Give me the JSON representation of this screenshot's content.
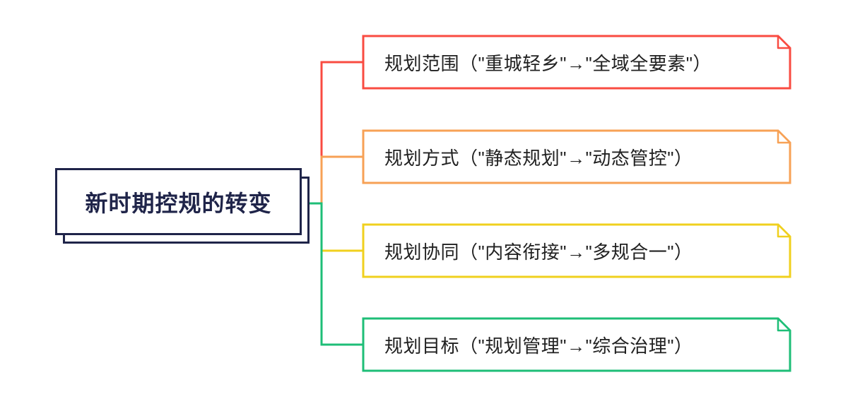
{
  "colors": {
    "background": "#ffffff",
    "root_border": "#1f2449",
    "root_text": "#1f2449",
    "branch_text": "#212121"
  },
  "root": {
    "label": "新时期控规的转变"
  },
  "branches": [
    {
      "label": "规划范围（\"重城轻乡\"→\"全域全要素\"）",
      "color": "#f94b41"
    },
    {
      "label": "规划方式（\"静态规划\"→\"动态管控\"）",
      "color": "#f7a155"
    },
    {
      "label": "规划协同（\"内容衔接\"→\"多规合一\"）",
      "color": "#f0d01e"
    },
    {
      "label": "规划目标（\"规划管理\"→\"综合治理\"）",
      "color": "#1ebe77"
    }
  ]
}
